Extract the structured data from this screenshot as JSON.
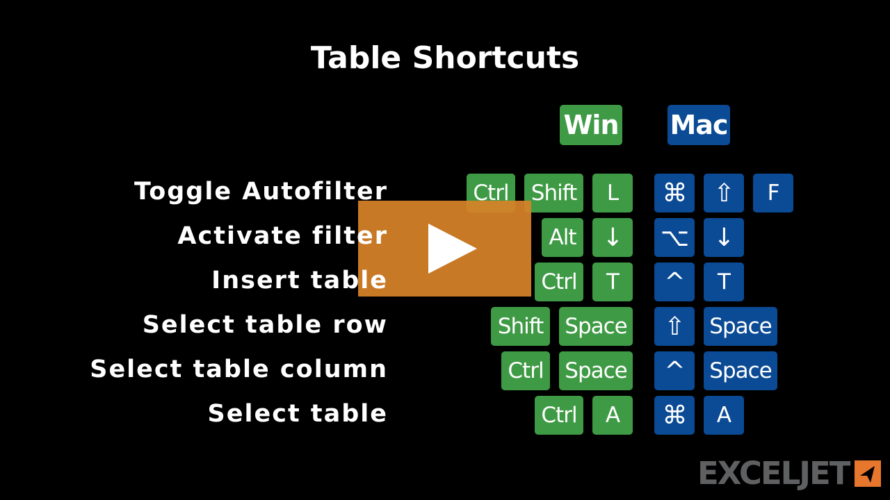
{
  "title": "Table Shortcuts",
  "headers": {
    "win": "Win",
    "mac": "Mac"
  },
  "colors": {
    "win": "#3f9a45",
    "mac": "#0b4a94",
    "play": "#d3822a",
    "logo_accent": "#e8772e"
  },
  "rows": [
    {
      "label": "Toggle Autofilter",
      "win": [
        "Ctrl",
        "Shift",
        "L"
      ],
      "mac": [
        "⌘",
        "⇧",
        "F"
      ]
    },
    {
      "label": "Activate filter",
      "win": [
        "Alt",
        "↓"
      ],
      "mac": [
        "⌥",
        "↓"
      ]
    },
    {
      "label": "Insert table",
      "win": [
        "Ctrl",
        "T"
      ],
      "mac": [
        "^",
        "T"
      ]
    },
    {
      "label": "Select table row",
      "win": [
        "Shift",
        "Space"
      ],
      "mac": [
        "⇧",
        "Space"
      ]
    },
    {
      "label": "Select table column",
      "win": [
        "Ctrl",
        "Space"
      ],
      "mac": [
        "^",
        "Space"
      ]
    },
    {
      "label": "Select table",
      "win": [
        "Ctrl",
        "A"
      ],
      "mac": [
        "⌘",
        "A"
      ]
    }
  ],
  "logo": {
    "text": "EXCELJET"
  },
  "play_icon": "play-icon"
}
